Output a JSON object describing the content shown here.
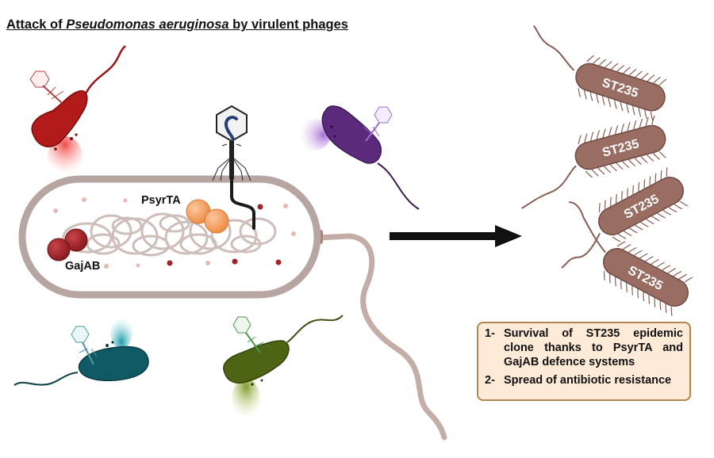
{
  "title": {
    "prefix": "Attack of ",
    "species": "Pseudomonas aeruginosa",
    "suffix": " by virulent phages"
  },
  "main_cell": {
    "labels": {
      "psyrta": "PsyrTA",
      "gajab": "GajAB"
    },
    "colors": {
      "membrane": "#b7a5a2",
      "dna": "#c9b7b3",
      "psyrta": "#f3a46a",
      "gajab": "#a3232a",
      "phage_dna": "#1a1a1a"
    }
  },
  "lysed_bacteria": [
    {
      "name": "red",
      "color": "#b31b1b"
    },
    {
      "name": "purple",
      "color": "#5b2a7a"
    },
    {
      "name": "teal",
      "color": "#0f5a64"
    },
    {
      "name": "green",
      "color": "#4d6414"
    }
  ],
  "surviving_clones": {
    "label": "ST235",
    "count": 4,
    "color": "#9a6d63"
  },
  "outcomes": [
    {
      "number": "1-",
      "text": "Survival of ST235 epidemic clone thanks to PsyrTA and GajAB defence systems"
    },
    {
      "number": "2-",
      "text": "Spread of antibiotic resistance"
    }
  ]
}
